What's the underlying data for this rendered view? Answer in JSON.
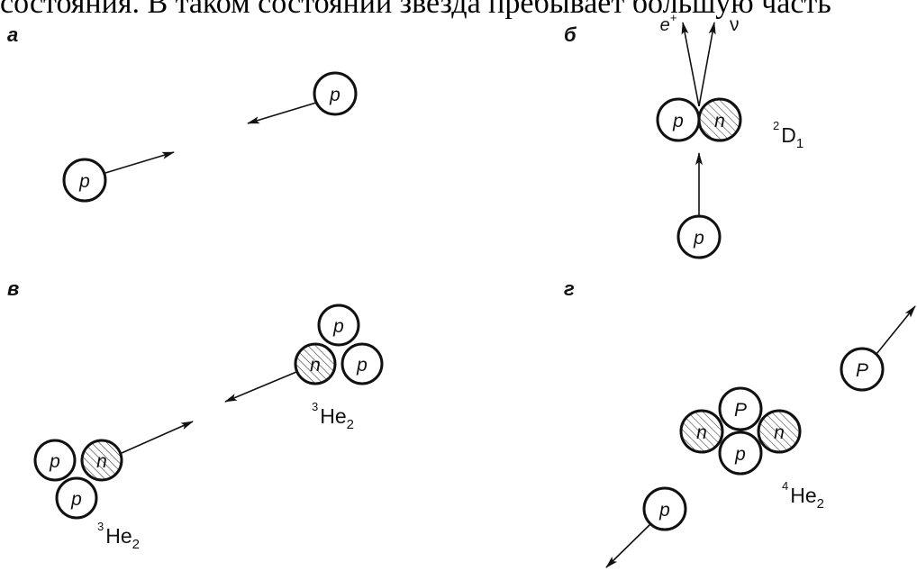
{
  "header_fragment": "состояния. В таком состоянии звезда пребывает большую часть",
  "panels": {
    "a": {
      "label": "а"
    },
    "b": {
      "label": "б",
      "positron": "e",
      "positron_sup": "+",
      "neutrino": "ν",
      "product_sup": "2",
      "product_main": "D",
      "product_sub": "1"
    },
    "v": {
      "label": "в",
      "product_sup": "3",
      "product_main": "He",
      "product_sub": "2"
    },
    "g": {
      "label": "г",
      "product_sup": "4",
      "product_main": "He",
      "product_sub": "2"
    }
  },
  "particles": {
    "proton": "p",
    "proton_upper": "P",
    "neutron": "n"
  }
}
